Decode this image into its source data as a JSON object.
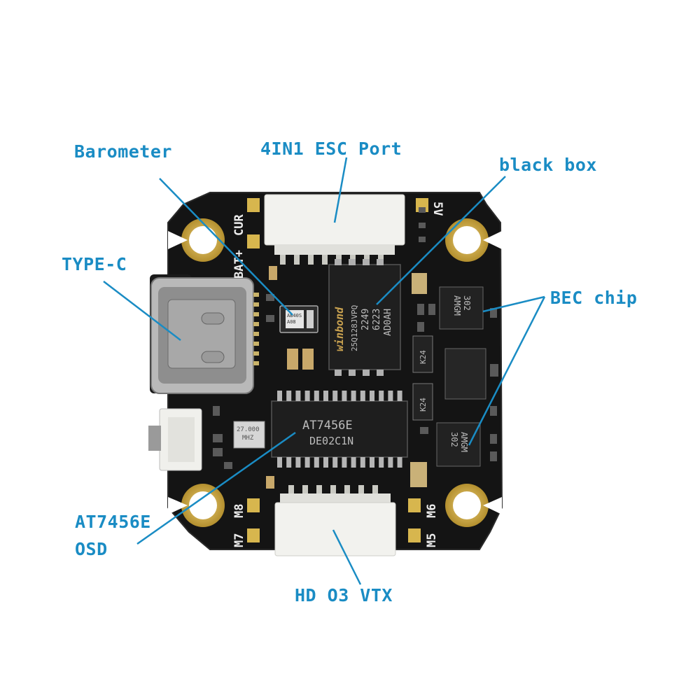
{
  "callouts": {
    "barometer": "Barometer",
    "esc_port": "4IN1 ESC Port",
    "black_box": "black box",
    "type_c": "TYPE-C",
    "bec_chip": "BEC chip",
    "osd_line1": "AT7456E",
    "osd_line2": "OSD",
    "vtx": "HD O3 VTX"
  },
  "silkscreen": {
    "cur": "CUR",
    "bat": "BAT+",
    "v5": "5V",
    "m5": "M5",
    "m6": "M6",
    "m7": "M7",
    "m8": "M8"
  },
  "chips": {
    "flash_brand": "winbond",
    "flash_line1": "25Q128JVPQ",
    "flash_line2": "2249",
    "flash_line3": "6223",
    "flash_line4": "AD0AH",
    "osd_line1": "AT7456E",
    "osd_line2": "DE02C1N",
    "bec_top": "302\nAMGM",
    "bec_bottom": "AMGM\n302",
    "inductor_1": "K24",
    "inductor_2": "K24",
    "crystal": "27.000\nMHZ",
    "baro": "AB40S\nA08"
  },
  "colors": {
    "label": "#1a8cc4",
    "board": "#141414",
    "pad": "#d7b64e",
    "connector": "#f2f2ee",
    "silk": "#ececec"
  }
}
